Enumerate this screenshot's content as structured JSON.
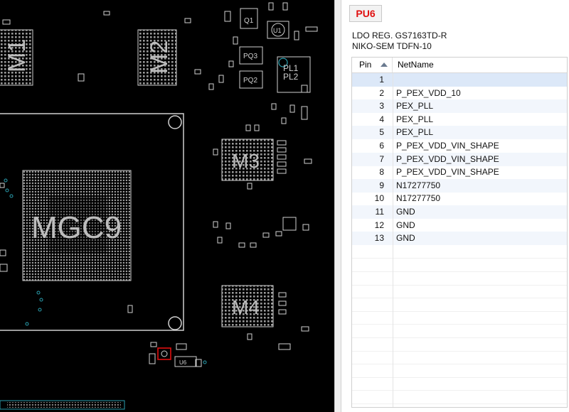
{
  "board": {
    "labels": {
      "m1": "M1",
      "m2": "M2",
      "m3": "M3",
      "m4": "M4",
      "gpu": "MGC9",
      "q1": "Q1",
      "u1": "U1",
      "pq3": "PQ3",
      "pq2": "PQ2",
      "pl1": "PL1",
      "pl2": "PL2",
      "u6": "U6"
    },
    "colors": {
      "background": "#000000",
      "outline": "#cfcfcf",
      "dots": "#9a9a9a",
      "via": "#2aa0b0",
      "selected": "#e01010"
    }
  },
  "panel": {
    "ref_des": "PU6",
    "desc_line1": "LDO REG. GS7163TD-R",
    "desc_line2": "NIKO-SEM TDFN-10",
    "columns": {
      "pin": "Pin",
      "netname": "NetName"
    },
    "sort_icon": "sort-ascending-icon",
    "rows": [
      {
        "pin": "1",
        "net": ""
      },
      {
        "pin": "2",
        "net": "P_PEX_VDD_10"
      },
      {
        "pin": "3",
        "net": "PEX_PLL"
      },
      {
        "pin": "4",
        "net": "PEX_PLL"
      },
      {
        "pin": "5",
        "net": "PEX_PLL"
      },
      {
        "pin": "6",
        "net": "P_PEX_VDD_VIN_SHAPE"
      },
      {
        "pin": "7",
        "net": "P_PEX_VDD_VIN_SHAPE"
      },
      {
        "pin": "8",
        "net": "P_PEX_VDD_VIN_SHAPE"
      },
      {
        "pin": "9",
        "net": "N17277750"
      },
      {
        "pin": "10",
        "net": "N17277750"
      },
      {
        "pin": "11",
        "net": "GND"
      },
      {
        "pin": "12",
        "net": "GND"
      },
      {
        "pin": "13",
        "net": "GND"
      }
    ]
  }
}
